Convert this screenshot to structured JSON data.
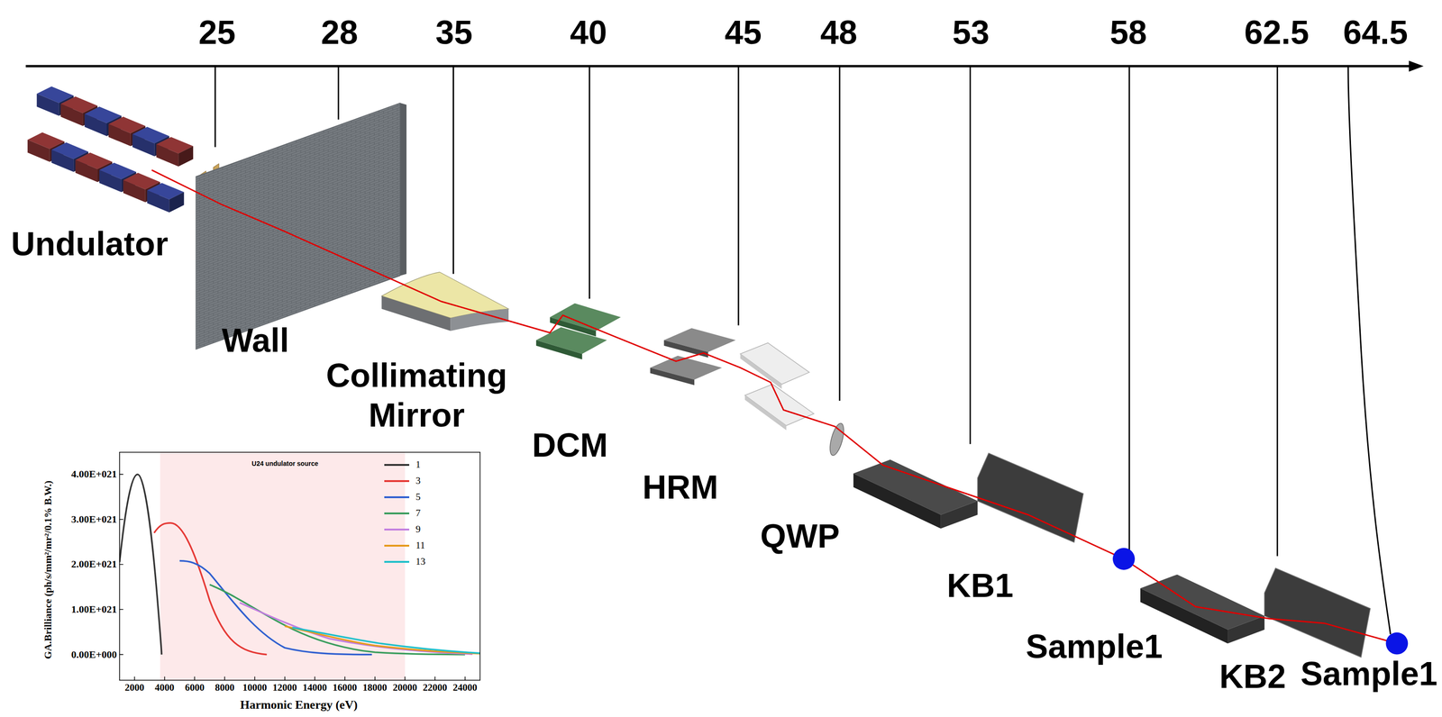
{
  "diagram": {
    "labels": [
      "25",
      "28",
      "35",
      "40",
      "45",
      "48",
      "53",
      "58",
      "62.5",
      "64.5",
      "Undulator",
      "Wall",
      "Collimating Mirror",
      "DCM",
      "HRM",
      "QWP",
      "KB1",
      "Sample1",
      "KB2",
      "Sample1",
      "U24 undulator source",
      "4.00E+021",
      "3.00E+021",
      "2.00E+021",
      "1.00E+021",
      "0.00E+000",
      "2000",
      "4000",
      "6000",
      "8000",
      "10000",
      "12000",
      "14000",
      "16000",
      "18000",
      "20000",
      "22000",
      "24000",
      "Harmonic Energy (eV)",
      "GA.Brilliance (ph/s/mm²/mr²/0.1% B.W.)"
    ],
    "legend": [
      {
        "text": "1",
        "color": "#333333"
      },
      {
        "text": "3",
        "color": "#e53935"
      },
      {
        "text": "5",
        "color": "#2f5fd0"
      },
      {
        "text": "7",
        "color": "#3a9d5d"
      },
      {
        "text": "9",
        "color": "#c27ee0"
      },
      {
        "text": "11",
        "color": "#e69a1c"
      },
      {
        "text": "13",
        "color": "#1fbfc9"
      }
    ]
  }
}
